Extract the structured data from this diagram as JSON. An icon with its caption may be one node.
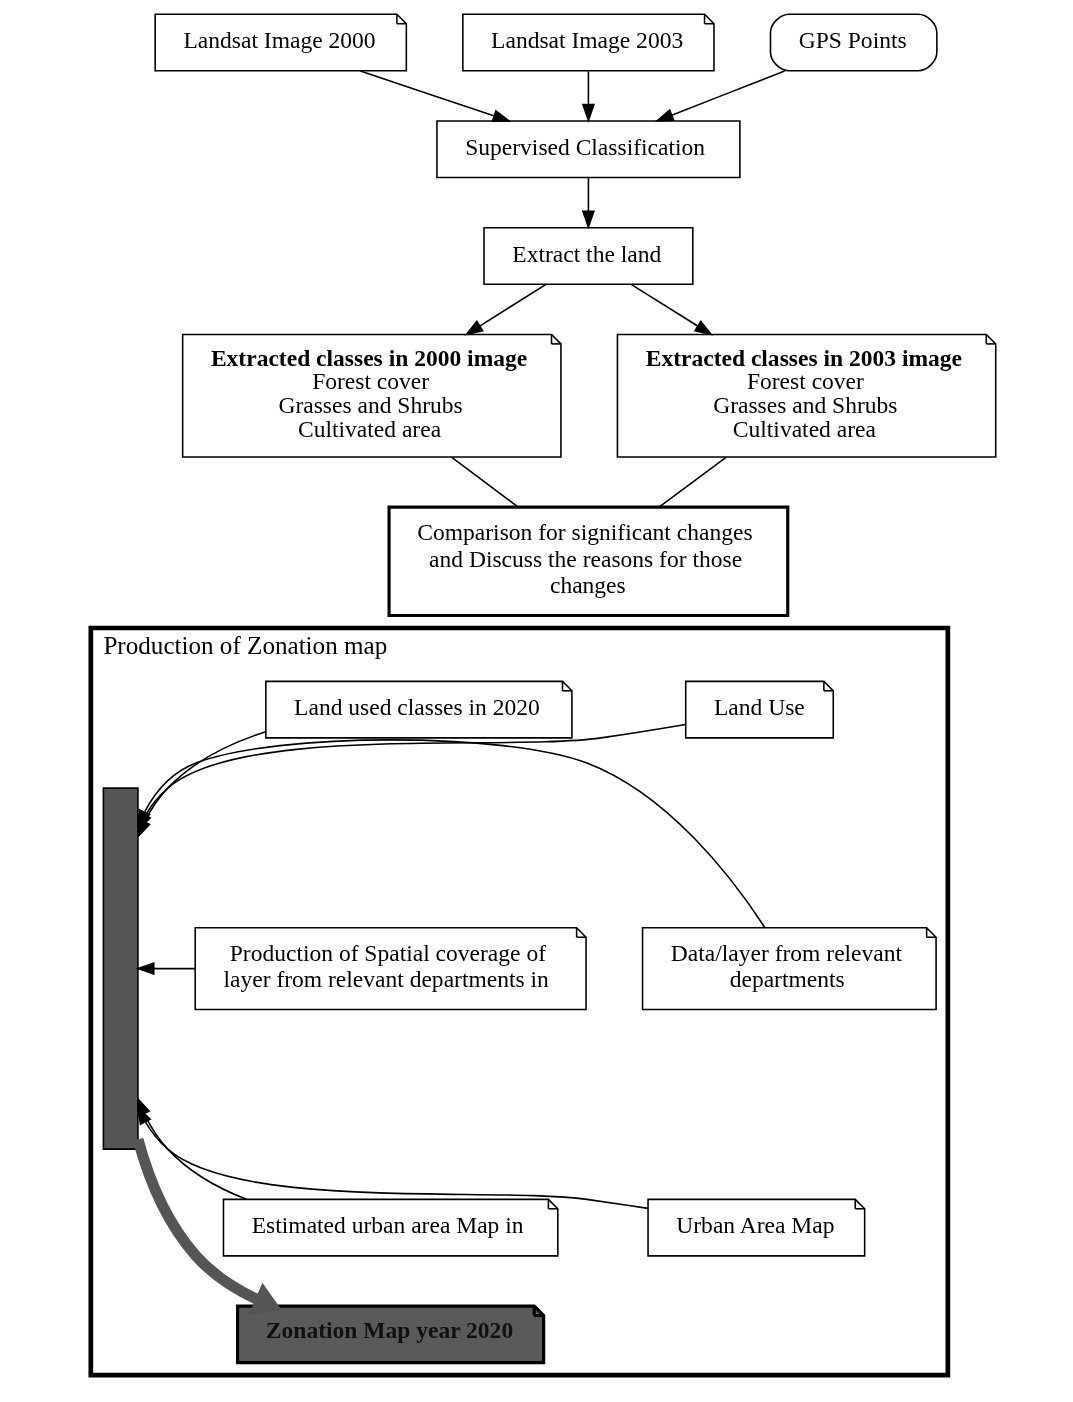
{
  "diagram": {
    "nodes": [
      {
        "text": [
          "Landsat Image 2000"
        ]
      },
      {
        "text": [
          "Landsat Image 2003"
        ]
      },
      {
        "text": [
          "GPS Points"
        ]
      },
      {
        "text": [
          "Supervised Classification"
        ]
      },
      {
        "text": [
          "Extract the land"
        ]
      },
      {
        "text": [
          "Extracted classes in 2000 image",
          "Forest cover",
          "Grasses and Shrubs",
          "Cultivated area"
        ]
      },
      {
        "text": [
          "Extracted classes in 2003 image",
          "Forest cover",
          "Grasses and Shrubs",
          "Cultivated area"
        ]
      },
      {
        "text": [
          "Comparison for significant changes and Discuss the reasons for those changes"
        ]
      },
      {
        "text": [
          "Production of Zonation map"
        ]
      },
      {
        "text": [],
        "shape": "bar",
        "in": 8
      },
      {
        "text": [
          "Land Use"
        ],
        "in": 8
      },
      {
        "text": [
          "Land used classes in 2020"
        ],
        "in": 8
      },
      {
        "text": [
          "Data/layer from relevant departments"
        ],
        "in": 8
      },
      {
        "text": [
          "Production of Spatial coverage of layer from relevant departments in"
        ],
        "in": 8
      },
      {
        "text": [
          "Urban Area Map"
        ],
        "in": 8
      },
      {
        "text": [
          "Estimated urban area Map in"
        ],
        "in": 8
      },
      {
        "text": [
          "Zonation Map year 2020"
        ],
        "in": 8
      }
    ],
    "edges": [
      {
        "from": 0,
        "to": 3,
        "arrow": "to"
      },
      {
        "from": 1,
        "to": 3,
        "arrow": "to"
      },
      {
        "from": 2,
        "to": 3,
        "arrow": "to"
      },
      {
        "from": 3,
        "to": 4,
        "arrow": "to"
      },
      {
        "from": 4,
        "to": 5,
        "arrow": "to"
      },
      {
        "from": 4,
        "to": 6,
        "arrow": "to"
      },
      {
        "from": 5,
        "to": 7,
        "arrow": "none"
      },
      {
        "from": 6,
        "to": 7,
        "arrow": "none"
      },
      {
        "from": 10,
        "to": 9,
        "arrow": "to"
      },
      {
        "from": 11,
        "to": 9,
        "arrow": "to"
      },
      {
        "from": 12,
        "to": 9,
        "arrow": "to"
      },
      {
        "from": 13,
        "to": 9,
        "arrow": "to"
      },
      {
        "from": 14,
        "to": 9,
        "arrow": "to"
      },
      {
        "from": 15,
        "to": 9,
        "arrow": "to"
      },
      {
        "from": 9,
        "to": 16,
        "arrow": "to",
        "style": "thick",
        "color": "#555555"
      }
    ]
  }
}
